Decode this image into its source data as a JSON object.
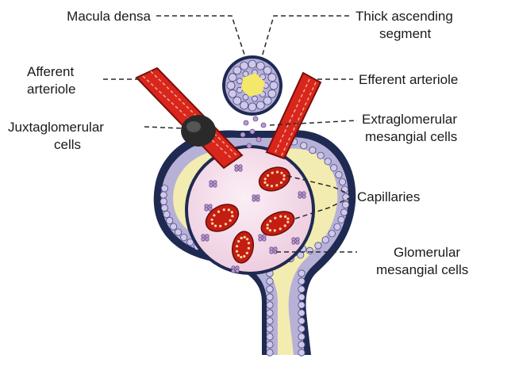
{
  "labels": {
    "macula_densa": "Macula densa",
    "thick_ascending": [
      "Thick ascending",
      "segment"
    ],
    "afferent_arteriole": [
      "Afferent",
      "arteriole"
    ],
    "efferent_arteriole": "Efferent arteriole",
    "juxtaglomerular_cells": [
      "Juxtaglomerular",
      "cells"
    ],
    "extraglomerular_mesangial": [
      "Extraglomerular",
      "mesangial cells"
    ],
    "capillaries": "Capillaries",
    "glomerular_mesangial": [
      "Glomerular",
      "mesangial cells"
    ]
  },
  "colors": {
    "capsule_outer": "#1f2a52",
    "capsule_cells": "#b7b1d8",
    "capsule_space": "#f3ecb0",
    "glomerulus": "#f4dde9",
    "vessel": "#d9261c",
    "vessel_dark": "#a3140d",
    "capillary": "#c41d12",
    "rbc_dots": "#f6d7a8",
    "mesangial": "#8a62a8",
    "juxta": "#2a2a2a",
    "tubule_lumen": "#f4e86a"
  }
}
